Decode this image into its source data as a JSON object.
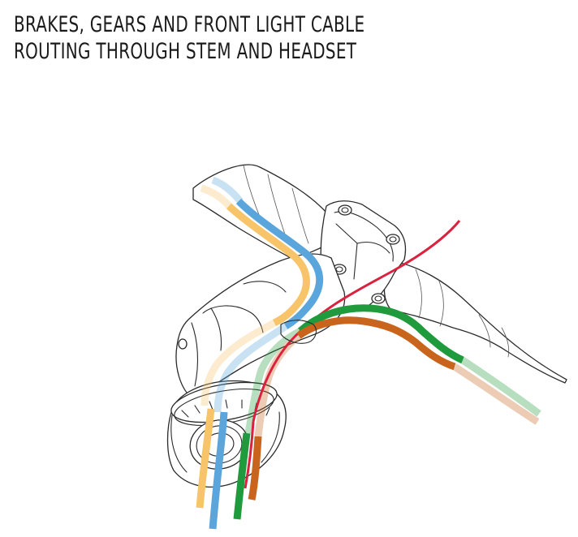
{
  "title": {
    "line1": "BRAKES, GEARS AND FRONT LIGHT CABLE",
    "line2": "ROUTING THROUGH STEM AND HEADSET"
  },
  "colors": {
    "brake_front": "#5aa6dc",
    "brake_rear": "#f7c46a",
    "gear_front": "#1f9a3c",
    "gear_rear": "#c9641c",
    "light": "#d9223f",
    "outline": "#2a2a2a"
  },
  "icons": {
    "stem": "stem-drawing",
    "handlebar": "handlebar-drawing",
    "headset": "headset-drawing"
  }
}
